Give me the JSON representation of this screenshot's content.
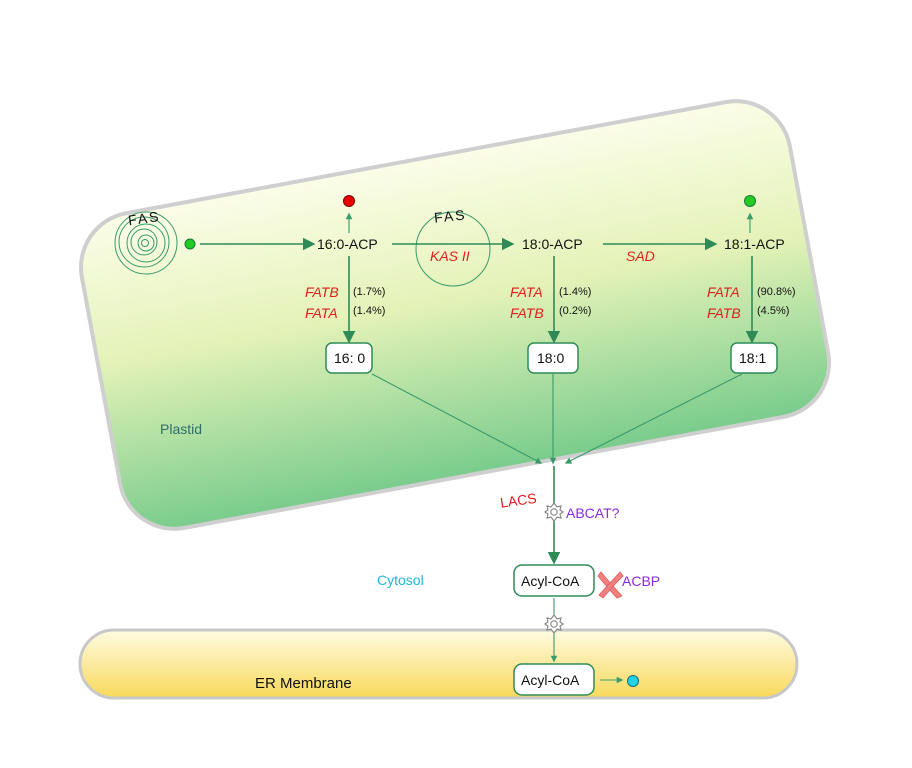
{
  "colors": {
    "plastid_gradient_top": "#f8fbe0",
    "plastid_gradient_bottom": "#7fcf8f",
    "membrane_top": "#fdf6c8",
    "membrane_bottom": "#f9dc63",
    "arrow": "#2e8b57",
    "enzyme_text": "#e01e1e",
    "transporter_text": "#8a2be2",
    "cytosol_text": "#1fb6d6",
    "compartment_text": "#2f6d6a",
    "dot_red": "#e60000",
    "dot_green": "#22cc22",
    "dot_cyan": "#22d3e6"
  },
  "compartments": {
    "plastid": "Plastid",
    "cytosol": "Cytosol",
    "er": "ER Membrane"
  },
  "fas": {
    "left": "FAS",
    "mid": "FAS"
  },
  "nodes": {
    "acp160": "16:0-ACP",
    "acp180": "18:0-ACP",
    "acp181": "18:1-ACP",
    "ffa160": "16: 0",
    "ffa180": "18:0",
    "ffa181": "18:1",
    "acylcoa_cyto": "Acyl-CoA",
    "acylcoa_er": "Acyl-CoA"
  },
  "enzymes": {
    "kas2": "KAS II",
    "sad": "SAD",
    "lacs": "LACS",
    "col1_a": "FATB",
    "col1_b": "FATA",
    "col2_a": "FATA",
    "col2_b": "FATB",
    "col3_a": "FATA",
    "col3_b": "FATB"
  },
  "percents": {
    "col1_a": "(1.7%)",
    "col1_b": "(1.4%)",
    "col2_a": "(1.4%)",
    "col2_b": "(0.2%)",
    "col3_a": "(90.8%)",
    "col3_b": "(4.5%)"
  },
  "transporters": {
    "abcat": "ABCAT?",
    "acbp": "ACBP"
  },
  "icons": {
    "fas_spiral": "spiral-icon",
    "transporter": "gear-icon",
    "acbp": "x-cross-icon"
  }
}
